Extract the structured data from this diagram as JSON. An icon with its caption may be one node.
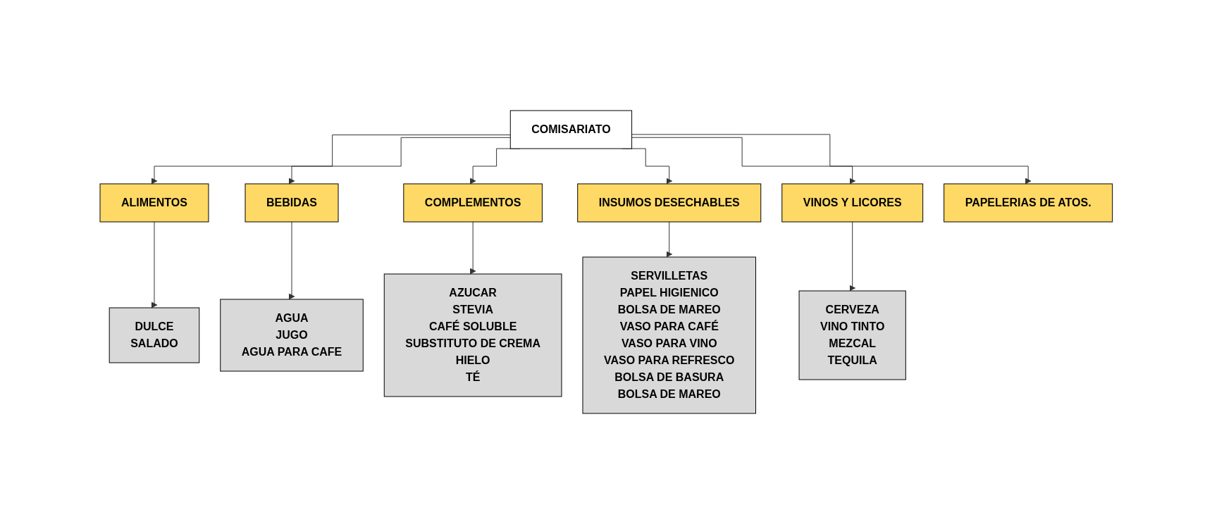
{
  "diagram": {
    "nodes": [
      {
        "text": [
          "COMISARIATO"
        ]
      },
      {
        "text": [
          "ALIMENTOS"
        ]
      },
      {
        "text": [
          "BEBIDAS"
        ]
      },
      {
        "text": [
          "COMPLEMENTOS"
        ]
      },
      {
        "text": [
          "INSUMOS DESECHABLES"
        ]
      },
      {
        "text": [
          "VINOS Y LICORES"
        ]
      },
      {
        "text": [
          "PAPELERIAS DE ATOS."
        ]
      },
      {
        "text": [
          "DULCE",
          "SALADO"
        ]
      },
      {
        "text": [
          "AGUA",
          "JUGO",
          "AGUA PARA CAFE"
        ]
      },
      {
        "text": [
          "AZUCAR",
          "STEVIA",
          "CAFÉ SOLUBLE",
          "SUBSTITUTO DE CREMA",
          "HIELO",
          "TÉ"
        ]
      },
      {
        "text": [
          "SERVILLETAS",
          "PAPEL HIGIENICO",
          "BOLSA DE MAREO",
          "VASO PARA CAFÉ",
          "VASO PARA VINO",
          "VASO PARA REFRESCO",
          "BOLSA DE BASURA",
          "BOLSA DE MAREO"
        ]
      },
      {
        "text": [
          "CERVEZA",
          "VINO TINTO",
          "MEZCAL",
          "TEQUILA"
        ]
      }
    ],
    "edges": [
      {
        "from": 0,
        "to": 1,
        "arrow": "to"
      },
      {
        "from": 0,
        "to": 2,
        "arrow": "to"
      },
      {
        "from": 0,
        "to": 3,
        "arrow": "to"
      },
      {
        "from": 0,
        "to": 4,
        "arrow": "to"
      },
      {
        "from": 0,
        "to": 5,
        "arrow": "to"
      },
      {
        "from": 0,
        "to": 6,
        "arrow": "to"
      },
      {
        "from": 1,
        "to": 7,
        "arrow": "to"
      },
      {
        "from": 2,
        "to": 8,
        "arrow": "to"
      },
      {
        "from": 3,
        "to": 9,
        "arrow": "to"
      },
      {
        "from": 4,
        "to": 10,
        "arrow": "to"
      },
      {
        "from": 5,
        "to": 11,
        "arrow": "to"
      }
    ]
  }
}
